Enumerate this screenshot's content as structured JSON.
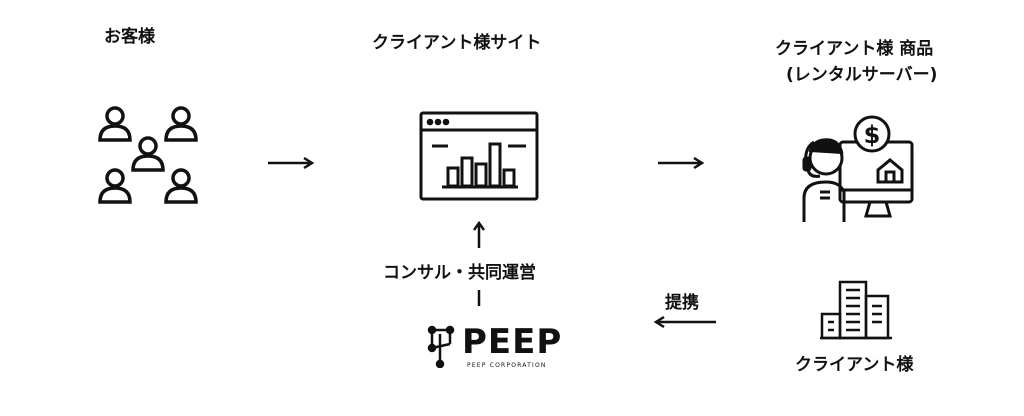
{
  "nodes": {
    "customer": {
      "label": "お客様",
      "icon": "users-group-icon"
    },
    "client_site": {
      "label": "クライアント様サイト",
      "icon": "chart-browser-icon"
    },
    "client_product": {
      "label_line1": "クライアント様 商品",
      "label_line2": "(レンタルサーバー)",
      "icon": "support-agent-icon"
    },
    "client": {
      "label": "クライアント様",
      "icon": "building-icon"
    },
    "peep": {
      "logo_text": "PEEP",
      "logo_sub": "PEEP CORPORATION",
      "icon": "peep-logo-icon"
    }
  },
  "edges": {
    "consult": "コンサル・共同運営",
    "partner": "提携"
  },
  "colors": {
    "ink": "#111111",
    "background": "#ffffff"
  }
}
